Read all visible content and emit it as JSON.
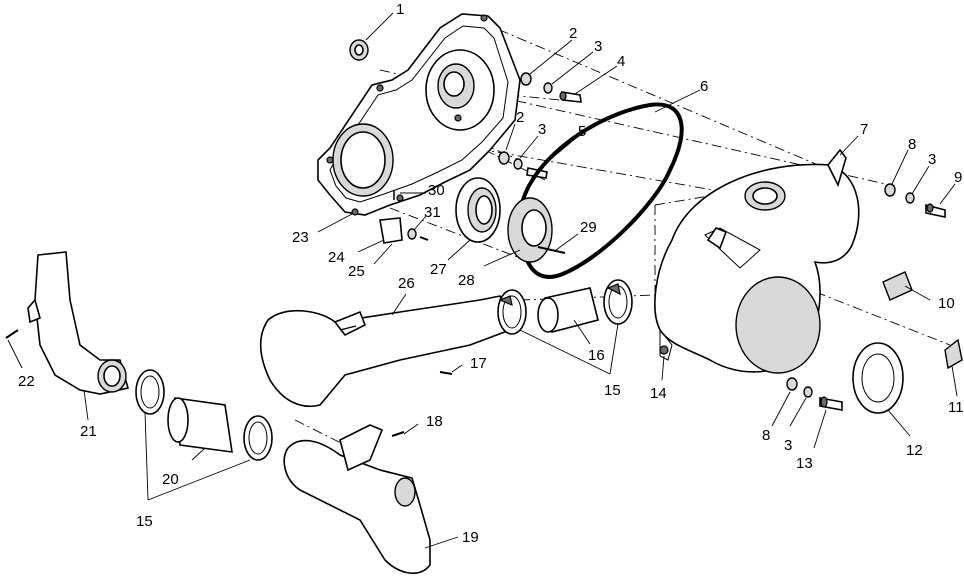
{
  "callouts": [
    {
      "id": "c1",
      "text": "1"
    },
    {
      "id": "c2a",
      "text": "2"
    },
    {
      "id": "c3a",
      "text": "3"
    },
    {
      "id": "c4",
      "text": "4"
    },
    {
      "id": "c6",
      "text": "6"
    },
    {
      "id": "c2b",
      "text": "2"
    },
    {
      "id": "c3b",
      "text": "3"
    },
    {
      "id": "c5",
      "text": "5"
    },
    {
      "id": "c7",
      "text": "7"
    },
    {
      "id": "c8a",
      "text": "8"
    },
    {
      "id": "c3c",
      "text": "3"
    },
    {
      "id": "c9",
      "text": "9"
    },
    {
      "id": "c30",
      "text": "30"
    },
    {
      "id": "c31",
      "text": "31"
    },
    {
      "id": "c23",
      "text": "23"
    },
    {
      "id": "c24",
      "text": "24"
    },
    {
      "id": "c25",
      "text": "25"
    },
    {
      "id": "c27",
      "text": "27"
    },
    {
      "id": "c28",
      "text": "28"
    },
    {
      "id": "c29",
      "text": "29"
    },
    {
      "id": "c26",
      "text": "26"
    },
    {
      "id": "c10",
      "text": "10"
    },
    {
      "id": "c16",
      "text": "16"
    },
    {
      "id": "c15a",
      "text": "15"
    },
    {
      "id": "c14",
      "text": "14"
    },
    {
      "id": "c11",
      "text": "11"
    },
    {
      "id": "c17",
      "text": "17"
    },
    {
      "id": "c22",
      "text": "22"
    },
    {
      "id": "c21",
      "text": "21"
    },
    {
      "id": "c18",
      "text": "18"
    },
    {
      "id": "c20",
      "text": "20"
    },
    {
      "id": "c8b",
      "text": "8"
    },
    {
      "id": "c3d",
      "text": "3"
    },
    {
      "id": "c13",
      "text": "13"
    },
    {
      "id": "c12",
      "text": "12"
    },
    {
      "id": "c15b",
      "text": "15"
    },
    {
      "id": "c19",
      "text": "19"
    }
  ]
}
